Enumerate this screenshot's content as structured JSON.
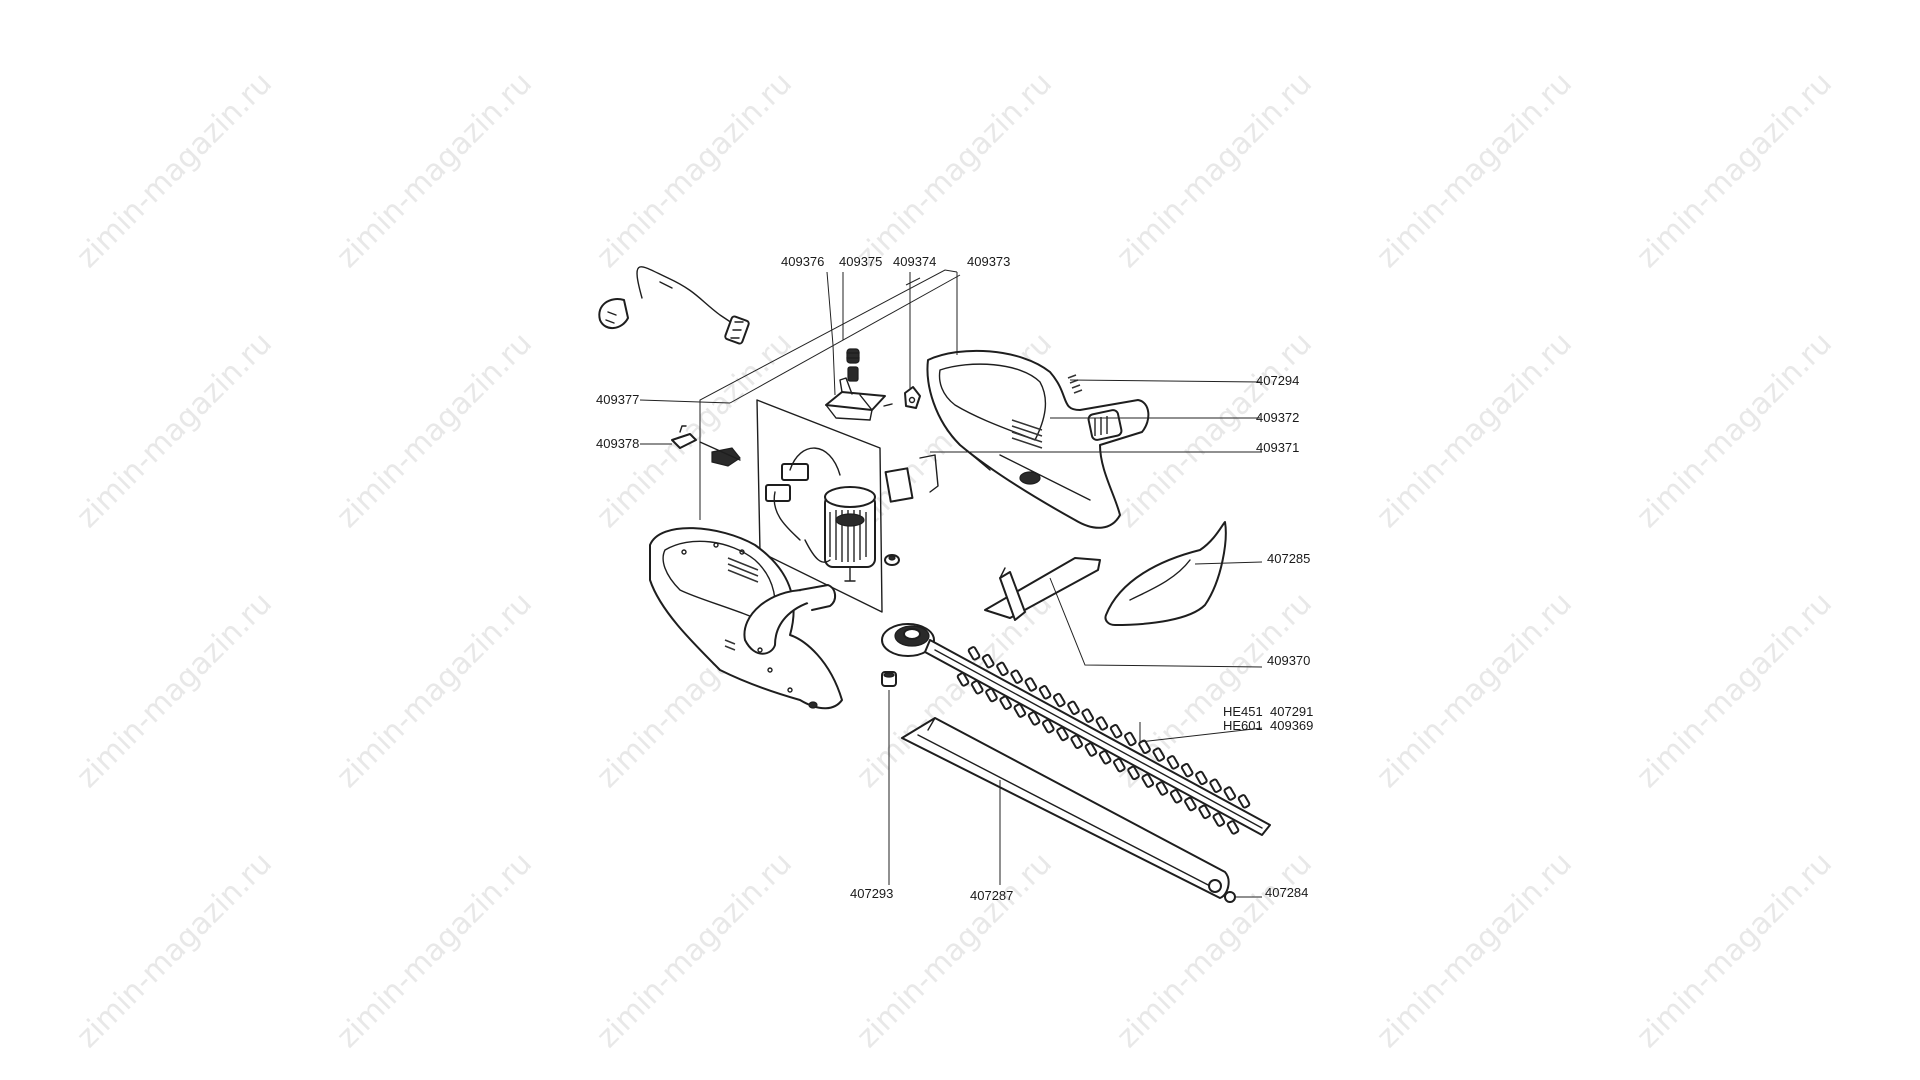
{
  "watermark": {
    "text": "zimin-magazin.ru",
    "color": "#e8e8e8"
  },
  "parts": {
    "p409376": "409376",
    "p409375": "409375",
    "p409374": "409374",
    "p409373": "409373",
    "p409377": "409377",
    "p409378": "409378",
    "p407294": "407294",
    "p409372": "409372",
    "p409371": "409371",
    "p407285": "407285",
    "p409370": "409370",
    "he451": "HE451",
    "p407291": "407291",
    "he601": "HE601",
    "p409369": "409369",
    "p407293": "407293",
    "p407287": "407287",
    "p407284": "407284"
  }
}
